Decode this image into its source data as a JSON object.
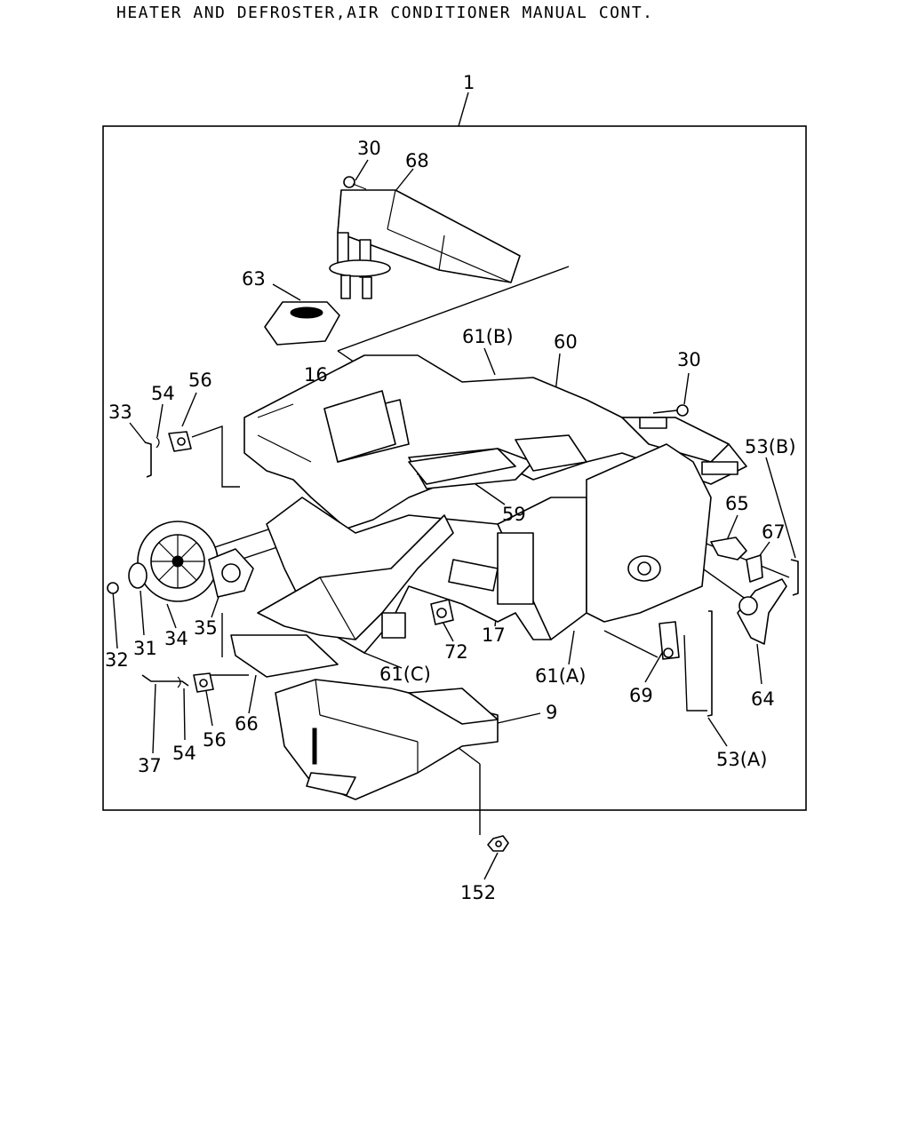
{
  "title": "HEATER AND DEFROSTER,AIR CONDITIONER MANUAL CONT.",
  "labels": {
    "l1": "1",
    "l30a": "30",
    "l68": "68",
    "l63": "63",
    "l61b": "61(B)",
    "l60": "60",
    "l30b": "30",
    "l16": "16",
    "l56a": "56",
    "l54a": "54",
    "l33": "33",
    "l53b": "53(B)",
    "l65": "65",
    "l67": "67",
    "l59": "59",
    "l32": "32",
    "l31": "31",
    "l34": "34",
    "l35": "35",
    "l72": "72",
    "l17": "17",
    "l61c": "61(C)",
    "l61a": "61(A)",
    "l69": "69",
    "l64": "64",
    "l9": "9",
    "l66": "66",
    "l56b": "56",
    "l54b": "54",
    "l37": "37",
    "l53a": "53(A)",
    "l152": "152"
  }
}
